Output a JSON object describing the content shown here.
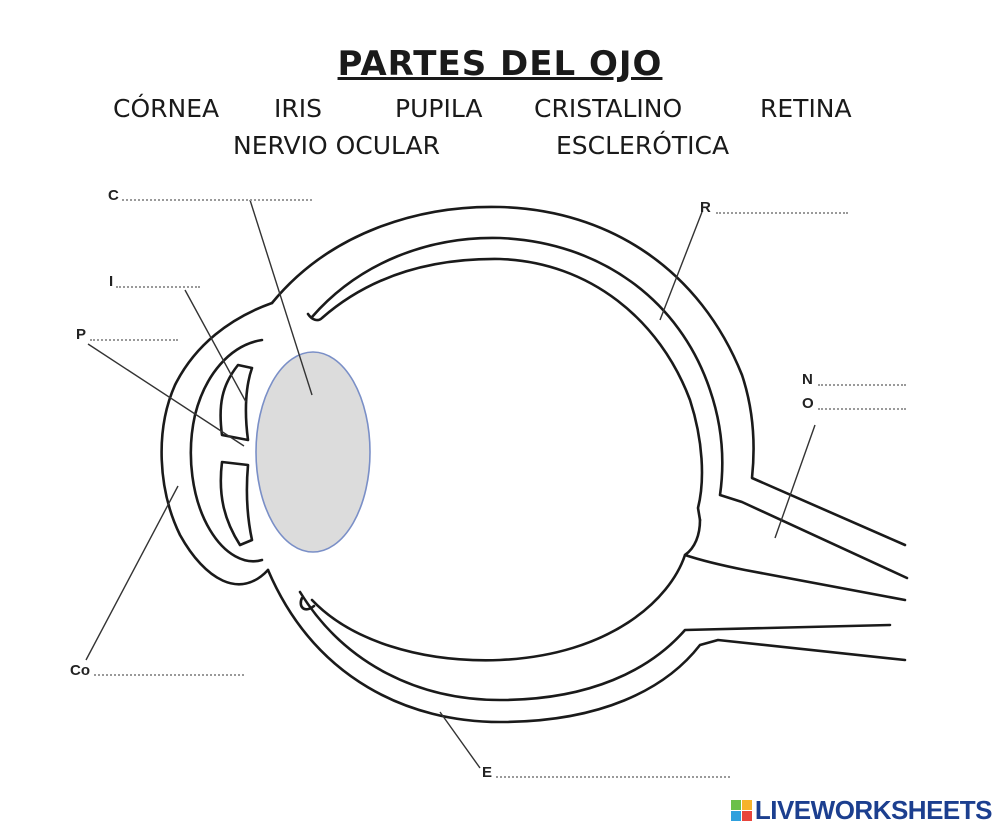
{
  "title": "PARTES DEL OJO",
  "word_bank": {
    "row1": [
      "CÓRNEA",
      "IRIS",
      "PUPILA",
      "CRISTALINO",
      "RETINA"
    ],
    "row2": [
      "NERVIO OCULAR",
      "ESCLERÓTICA"
    ]
  },
  "labels": {
    "c": "C",
    "i": "I",
    "p": "P",
    "co": "Co",
    "r": "R",
    "n": "N",
    "o": "O",
    "e": "E"
  },
  "brand": {
    "name": "LIVEWORKSHEETS",
    "color": "#1c3f8f"
  },
  "colors": {
    "lens_fill": "#dcdcdc",
    "lens_outline": "#7a8fc7",
    "outline": "#1a1a1a"
  }
}
